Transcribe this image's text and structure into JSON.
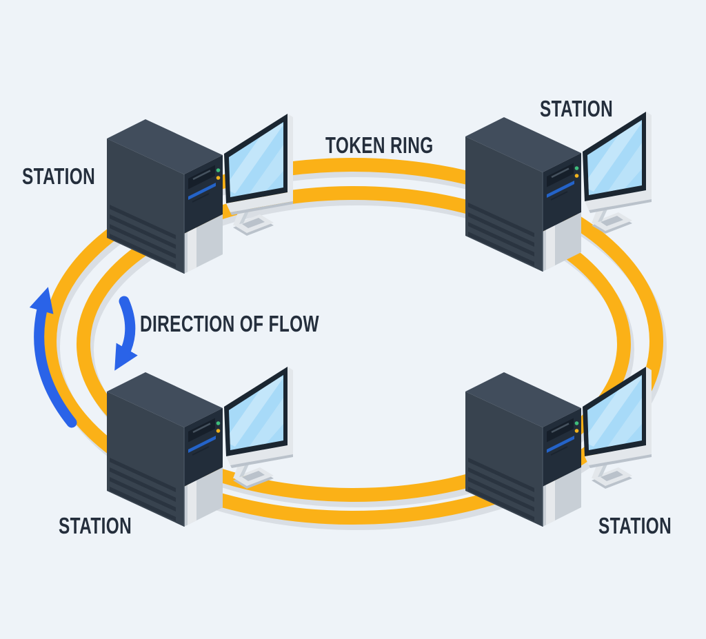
{
  "labels": {
    "token_ring": "TOKEN RING",
    "direction_of_flow": "DIRECTION OF FLOW"
  },
  "stations": [
    {
      "position": "top-left",
      "label": "STATION"
    },
    {
      "position": "top-right",
      "label": "STATION"
    },
    {
      "position": "bottom-left",
      "label": "STATION"
    },
    {
      "position": "bottom-right",
      "label": "STATION"
    }
  ],
  "colors": {
    "background": "#EEF3F8",
    "ring": "#FBB117",
    "ring_shadow": "#D9DEE4",
    "flow_arrow": "#2A63E8",
    "label_text": "#242E3C",
    "tower_dark": "#38434F",
    "screen_blue": "#A7DAF8",
    "led_green": "#3FBE7C",
    "led_yellow": "#F2B31C"
  },
  "icons": {
    "workstation": "desktop-tower-with-monitor-icon",
    "long_arrow": "curved-arrow-up-icon",
    "short_arrow": "curved-arrow-down-icon"
  }
}
